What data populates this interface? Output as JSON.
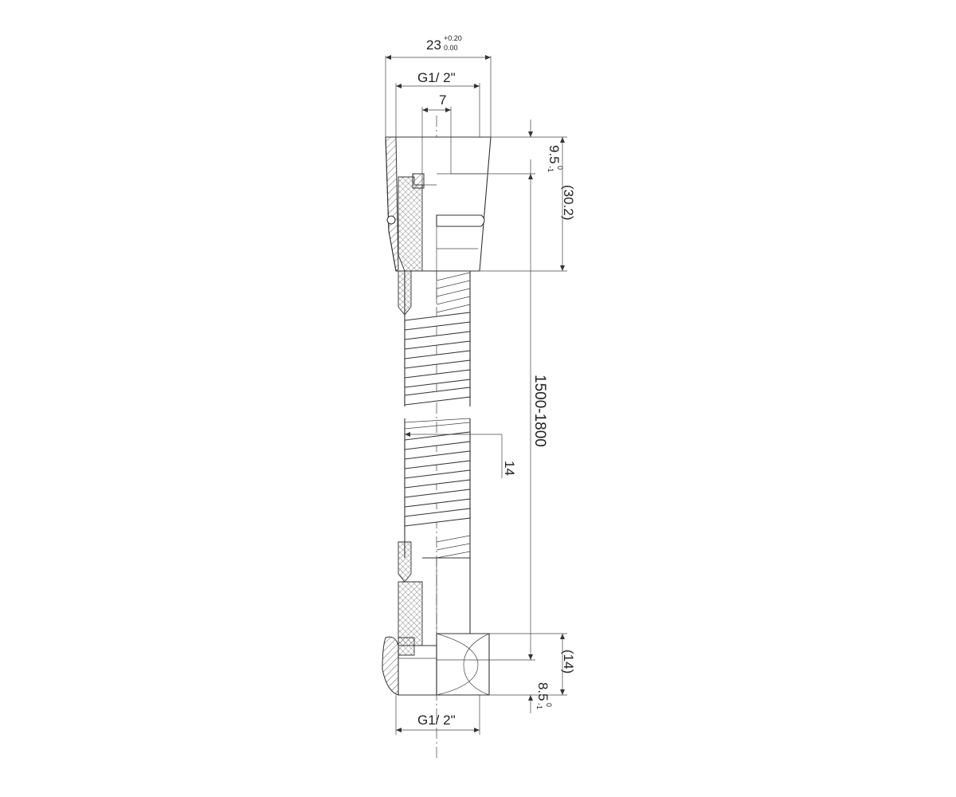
{
  "dimensions": {
    "outer_width": {
      "value": "23",
      "tol_upper": "+0.20",
      "tol_lower": "0.00"
    },
    "thread_top": "G1/ 2\"",
    "bore_offset": "7",
    "top_nut_height": {
      "value": "9.5",
      "tol_upper": "0",
      "tol_lower": "-1"
    },
    "top_fitting_length": "(30.2)",
    "hose_length": "1500-1800",
    "hose_diameter": "14",
    "bottom_fitting_length": "(14)",
    "bottom_nut_height": {
      "value": "8.5",
      "tol_upper": "0",
      "tol_lower": "-1"
    },
    "thread_bottom": "G1/ 2\""
  },
  "colors": {
    "line": "#333333",
    "background": "#ffffff"
  }
}
